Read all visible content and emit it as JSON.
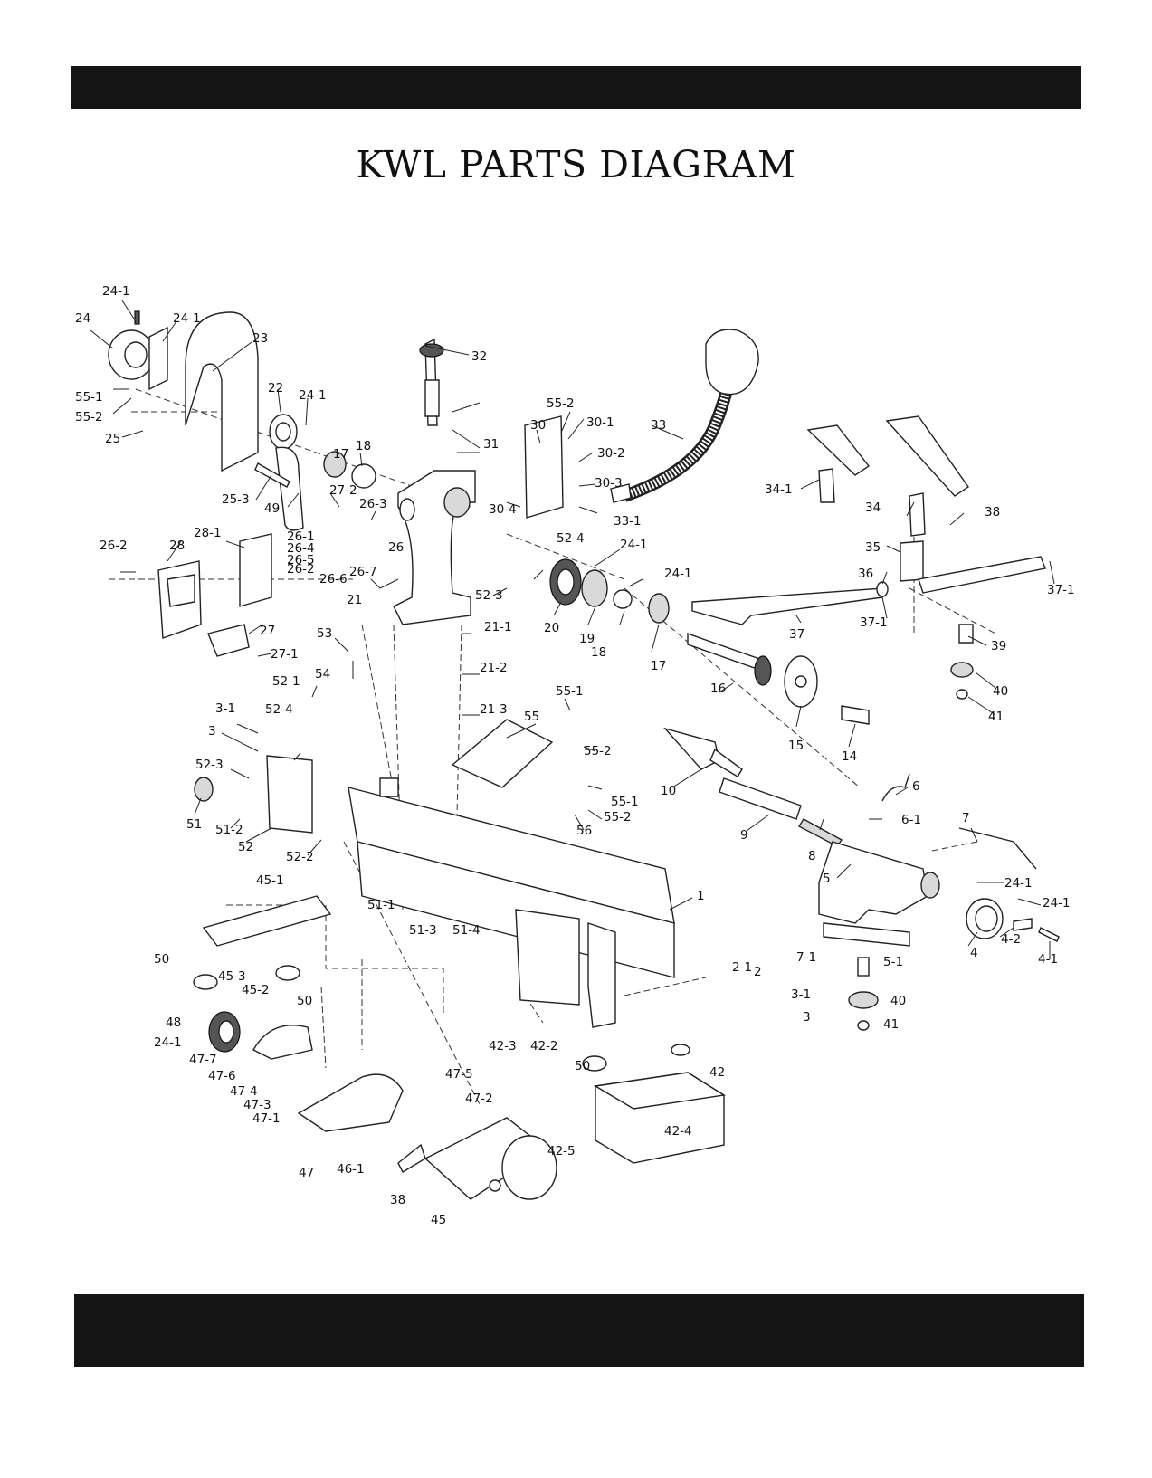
{
  "header": {
    "title": "KWL PARTS DIAGRAM"
  },
  "colors": {
    "bar": "#141414",
    "ink": "#111111",
    "background": "#ffffff"
  },
  "callouts": [
    "24-1",
    "24",
    "24-1",
    "23",
    "55-1",
    "55-2",
    "25",
    "22",
    "24-1",
    "17",
    "18",
    "25-3",
    "49",
    "32",
    "31",
    "55-2",
    "30",
    "30-1",
    "30-2",
    "30-3",
    "30-4",
    "33",
    "33-1",
    "34-1",
    "34",
    "38",
    "35",
    "36",
    "37-1",
    "37-1",
    "37",
    "39",
    "40",
    "41",
    "26-2",
    "28",
    "28-1",
    "27-2",
    "26-3",
    "26-1",
    "26-4",
    "26-5",
    "26-2",
    "26",
    "26-6",
    "26-7",
    "21",
    "27",
    "27-1",
    "52-4",
    "24-1",
    "24-1",
    "52-3",
    "20",
    "19",
    "18",
    "17",
    "16",
    "15",
    "14",
    "53",
    "54",
    "52-1",
    "21-1",
    "21-2",
    "21-3",
    "55",
    "55-1",
    "55-2",
    "3-1",
    "52-4",
    "3",
    "52-3",
    "51",
    "51-2",
    "52",
    "52-2",
    "10",
    "9",
    "8",
    "6",
    "6-1",
    "7",
    "5",
    "24-1",
    "24-1",
    "4-2",
    "4-1",
    "4",
    "55-1",
    "55-2",
    "56",
    "1",
    "45-1",
    "51-1",
    "51-3",
    "51-4",
    "50",
    "45-3",
    "45-2",
    "50",
    "7-1",
    "5-1",
    "40",
    "41",
    "2-1",
    "2",
    "3-1",
    "3",
    "48",
    "24-1",
    "47-7",
    "47-6",
    "47-4",
    "47-3",
    "47-1",
    "42-3",
    "42-2",
    "50",
    "42",
    "47-5",
    "47-2",
    "42-4",
    "42-5",
    "47",
    "46-1",
    "38",
    "45"
  ]
}
